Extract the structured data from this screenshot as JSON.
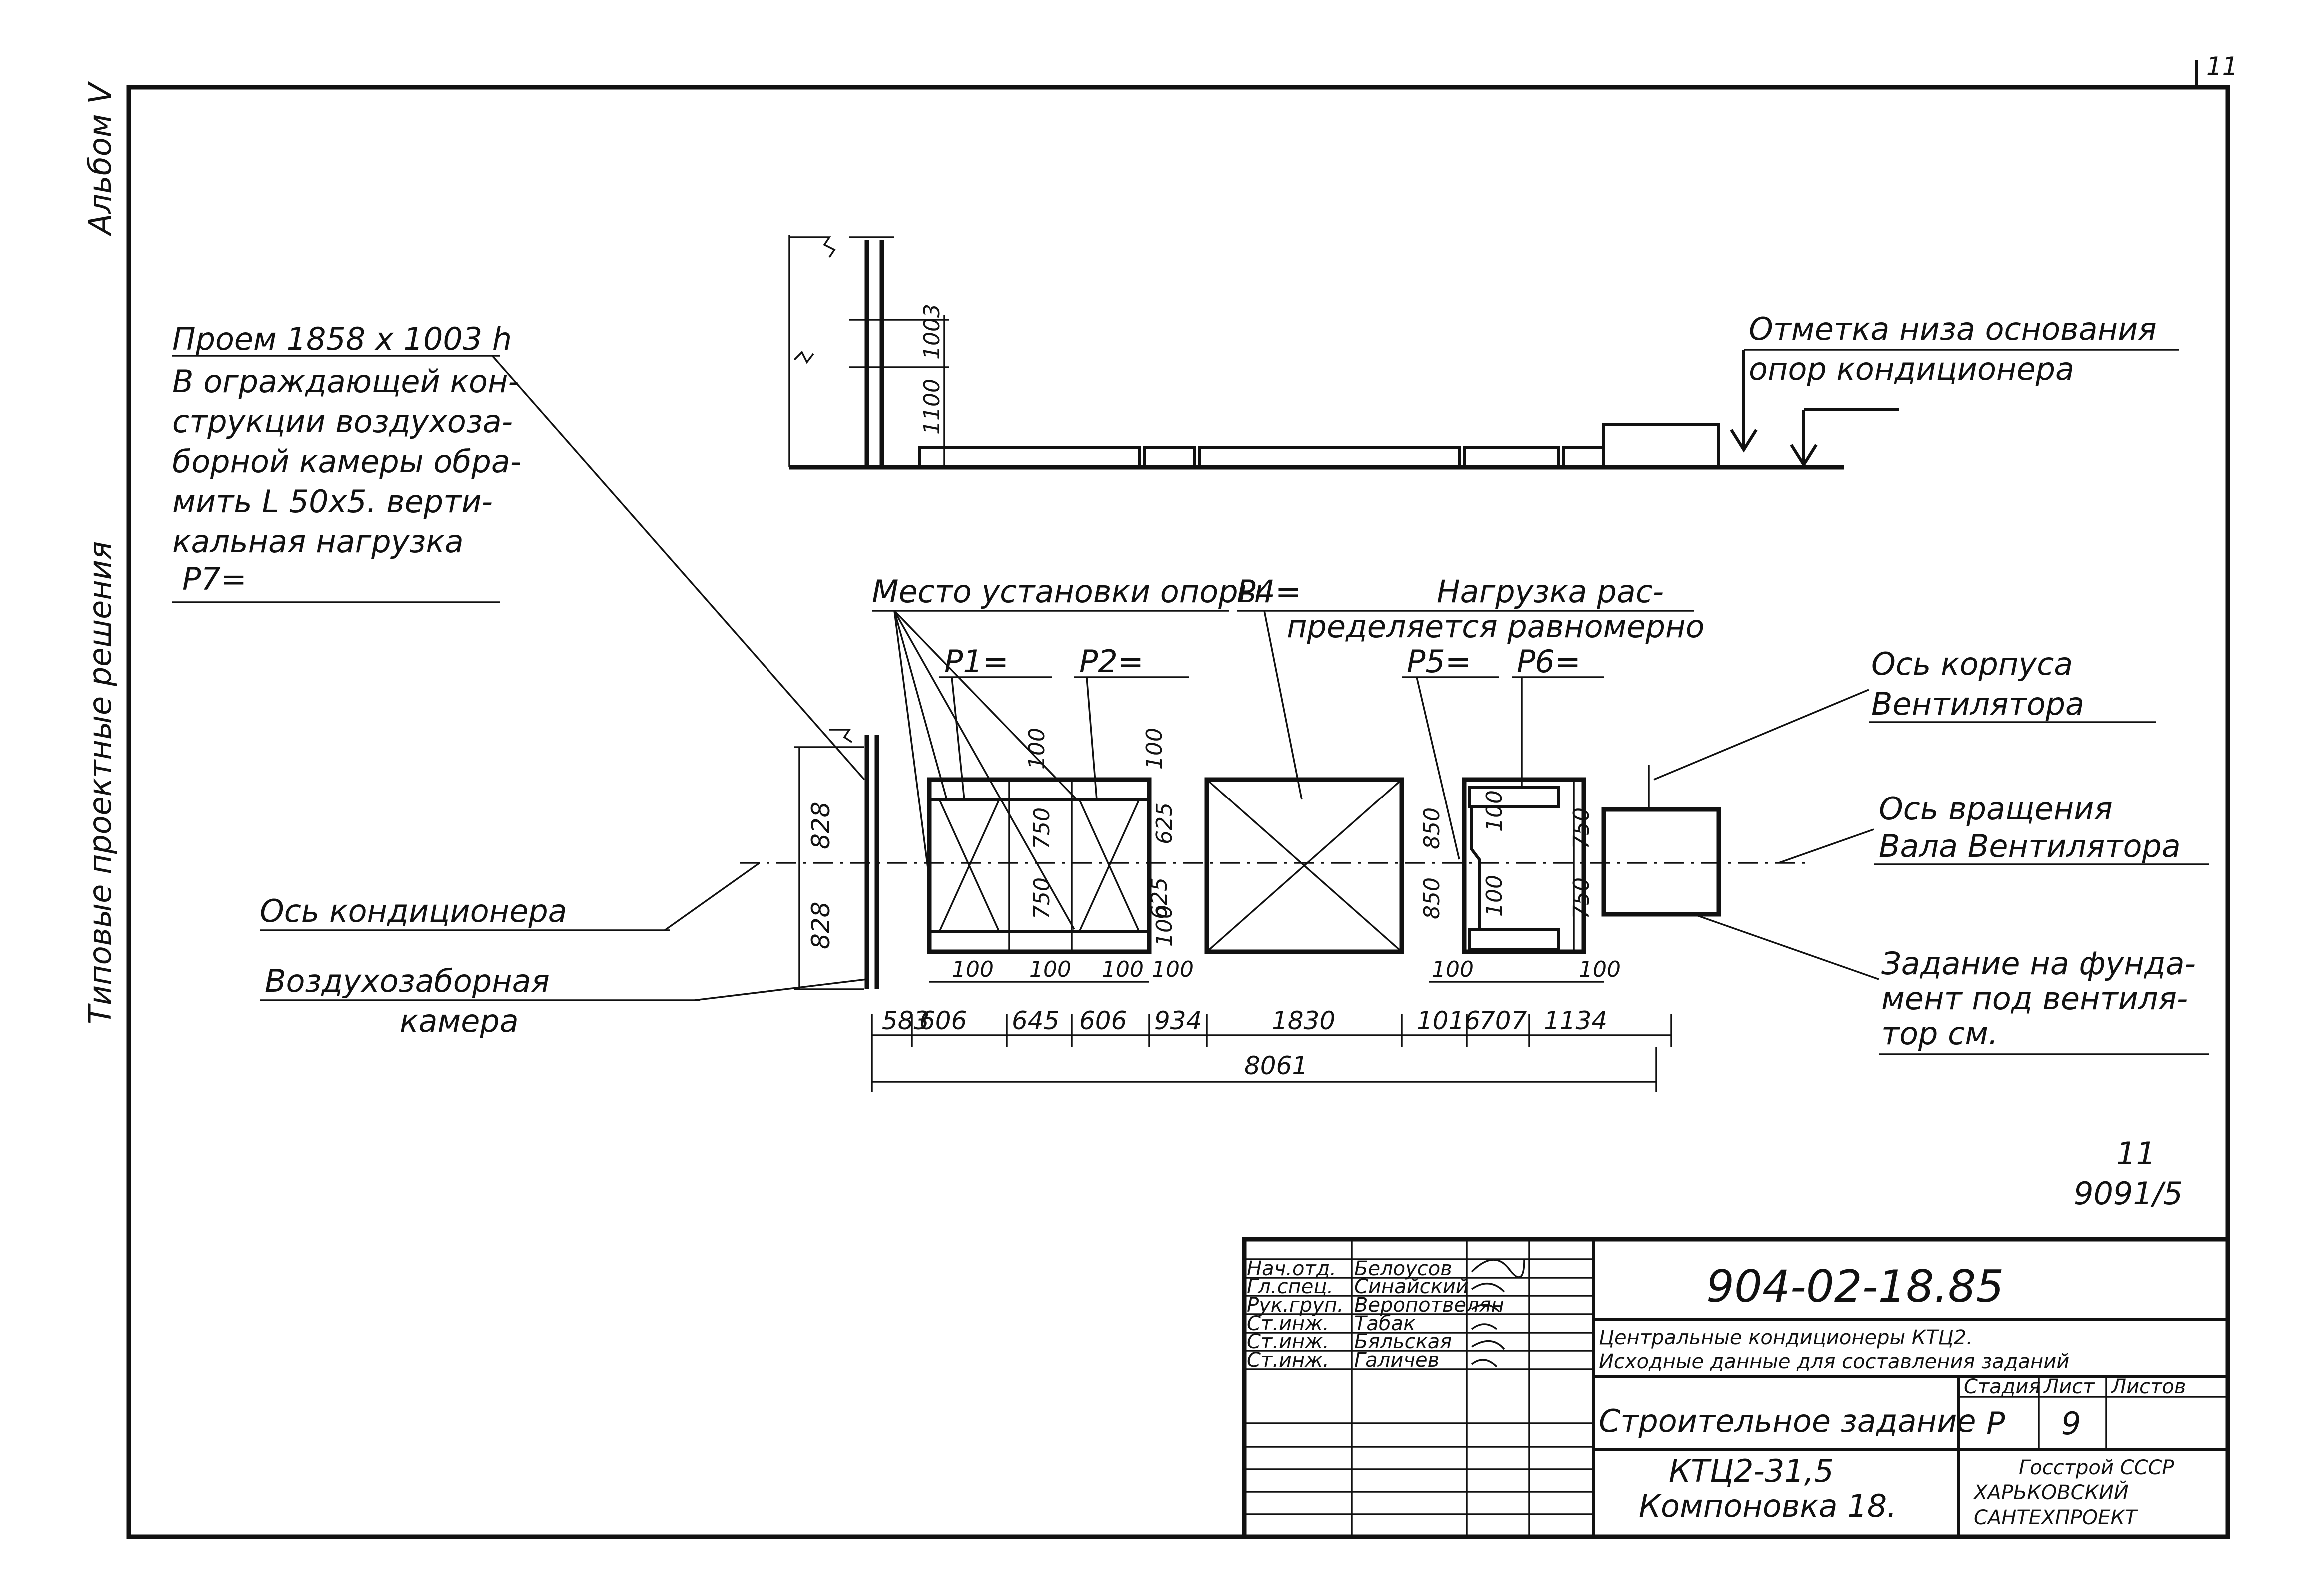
{
  "sheet": {
    "page_number": "11",
    "album": "Альбом Ⅴ",
    "series": "Типовые проектные решения",
    "sheet_code": "11",
    "sheet_sub_code": "9091/5"
  },
  "notes": {
    "opening": [
      "Проем 1858 x 1003 h",
      "В ограждающей кон-",
      "струкции воздухоза-",
      "борной камеры обра-",
      "мить L 50x5. верти-",
      "кальная нагрузка",
      "P7="
    ],
    "base_mark": [
      "Отметка низа основания",
      "опор кондиционера"
    ],
    "support_place": "Место установки опоры",
    "p4": "P4=",
    "load_distributed": [
      "Нагрузка рас-",
      "пределяется равномерно"
    ],
    "p1": "P1=",
    "p2": "P2=",
    "p5": "P5=",
    "p6": "P6=",
    "fan_housing_axis": [
      "Ось корпуса",
      "Вентилятора"
    ],
    "fan_shaft_axis": [
      "Ось вращения",
      "Вала Вентилятора"
    ],
    "fan_foundation": [
      "Задание на фунда-",
      "мент под вентиля-",
      "тор см."
    ],
    "conditioner_axis": "Ось кондиционера",
    "intake_chamber": [
      "Воздухозаборная",
      "камера"
    ]
  },
  "dims": {
    "elev_1100": "1100",
    "elev_1003": "1003",
    "h_828_top": "828",
    "h_828_bot": "828",
    "d_100_a": "100",
    "d_100_b": "100",
    "d_750_a": "750",
    "d_750_b": "750",
    "d_625_a": "625",
    "d_625_b": "625",
    "d_100_c": "100",
    "d_850_a": "850",
    "d_850_b": "850",
    "d_100_d": "100",
    "d_100_e": "100",
    "d_750_c": "750",
    "d_750_d": "750",
    "b_100_1": "100",
    "b_100_2": "100",
    "b_100_3": "100",
    "b_100_4": "100",
    "b_100_5": "100",
    "b_100_6": "100",
    "chain": [
      "583",
      "606",
      "645",
      "606",
      "934",
      "1830",
      "1016",
      "707",
      "1134"
    ],
    "total": "8061"
  },
  "title_block": {
    "doc_number": "904-02-18.85",
    "description": [
      "Центральные кондиционеры КТЦ2.",
      "Исходные данные для составления заданий"
    ],
    "task": "Строительное задание",
    "col_stage": "Стадия",
    "col_sheet": "Лист",
    "col_sheets": "Листов",
    "stage": "Р",
    "sheet": "9",
    "model": [
      "КТЦ2-31,5",
      "Компоновка 18."
    ],
    "org": [
      "Госстрой СССР",
      "ХАРЬКОВСКИЙ",
      "САНТЕХПРОЕКТ"
    ],
    "staff": [
      {
        "role": "Нач.отд.",
        "name": "Белоусов"
      },
      {
        "role": "Гл.спец.",
        "name": "Синайский"
      },
      {
        "role": "Рук.груп.",
        "name": "Веропотвелян"
      },
      {
        "role": "Ст.инж.",
        "name": "Табак"
      },
      {
        "role": "Ст.инж.",
        "name": "Бяльская"
      },
      {
        "role": "Ст.инж.",
        "name": "Галичев"
      }
    ]
  }
}
